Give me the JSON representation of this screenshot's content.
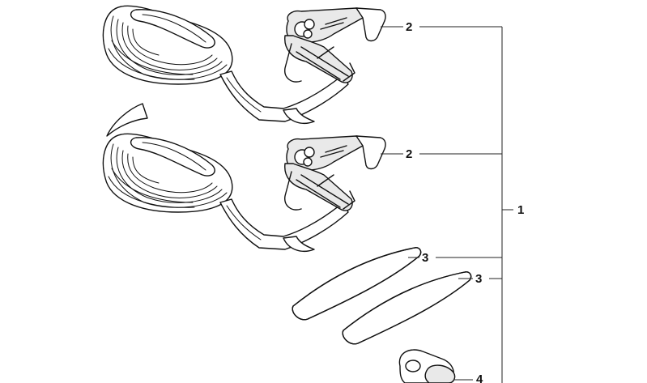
{
  "callouts": {
    "strap_top": "2",
    "strap_bottom": "2",
    "assembly": "1",
    "pad_top": "3",
    "pad_bottom": "3",
    "clip": "4"
  },
  "colors": {
    "line": "#111111",
    "background": "#ffffff"
  }
}
